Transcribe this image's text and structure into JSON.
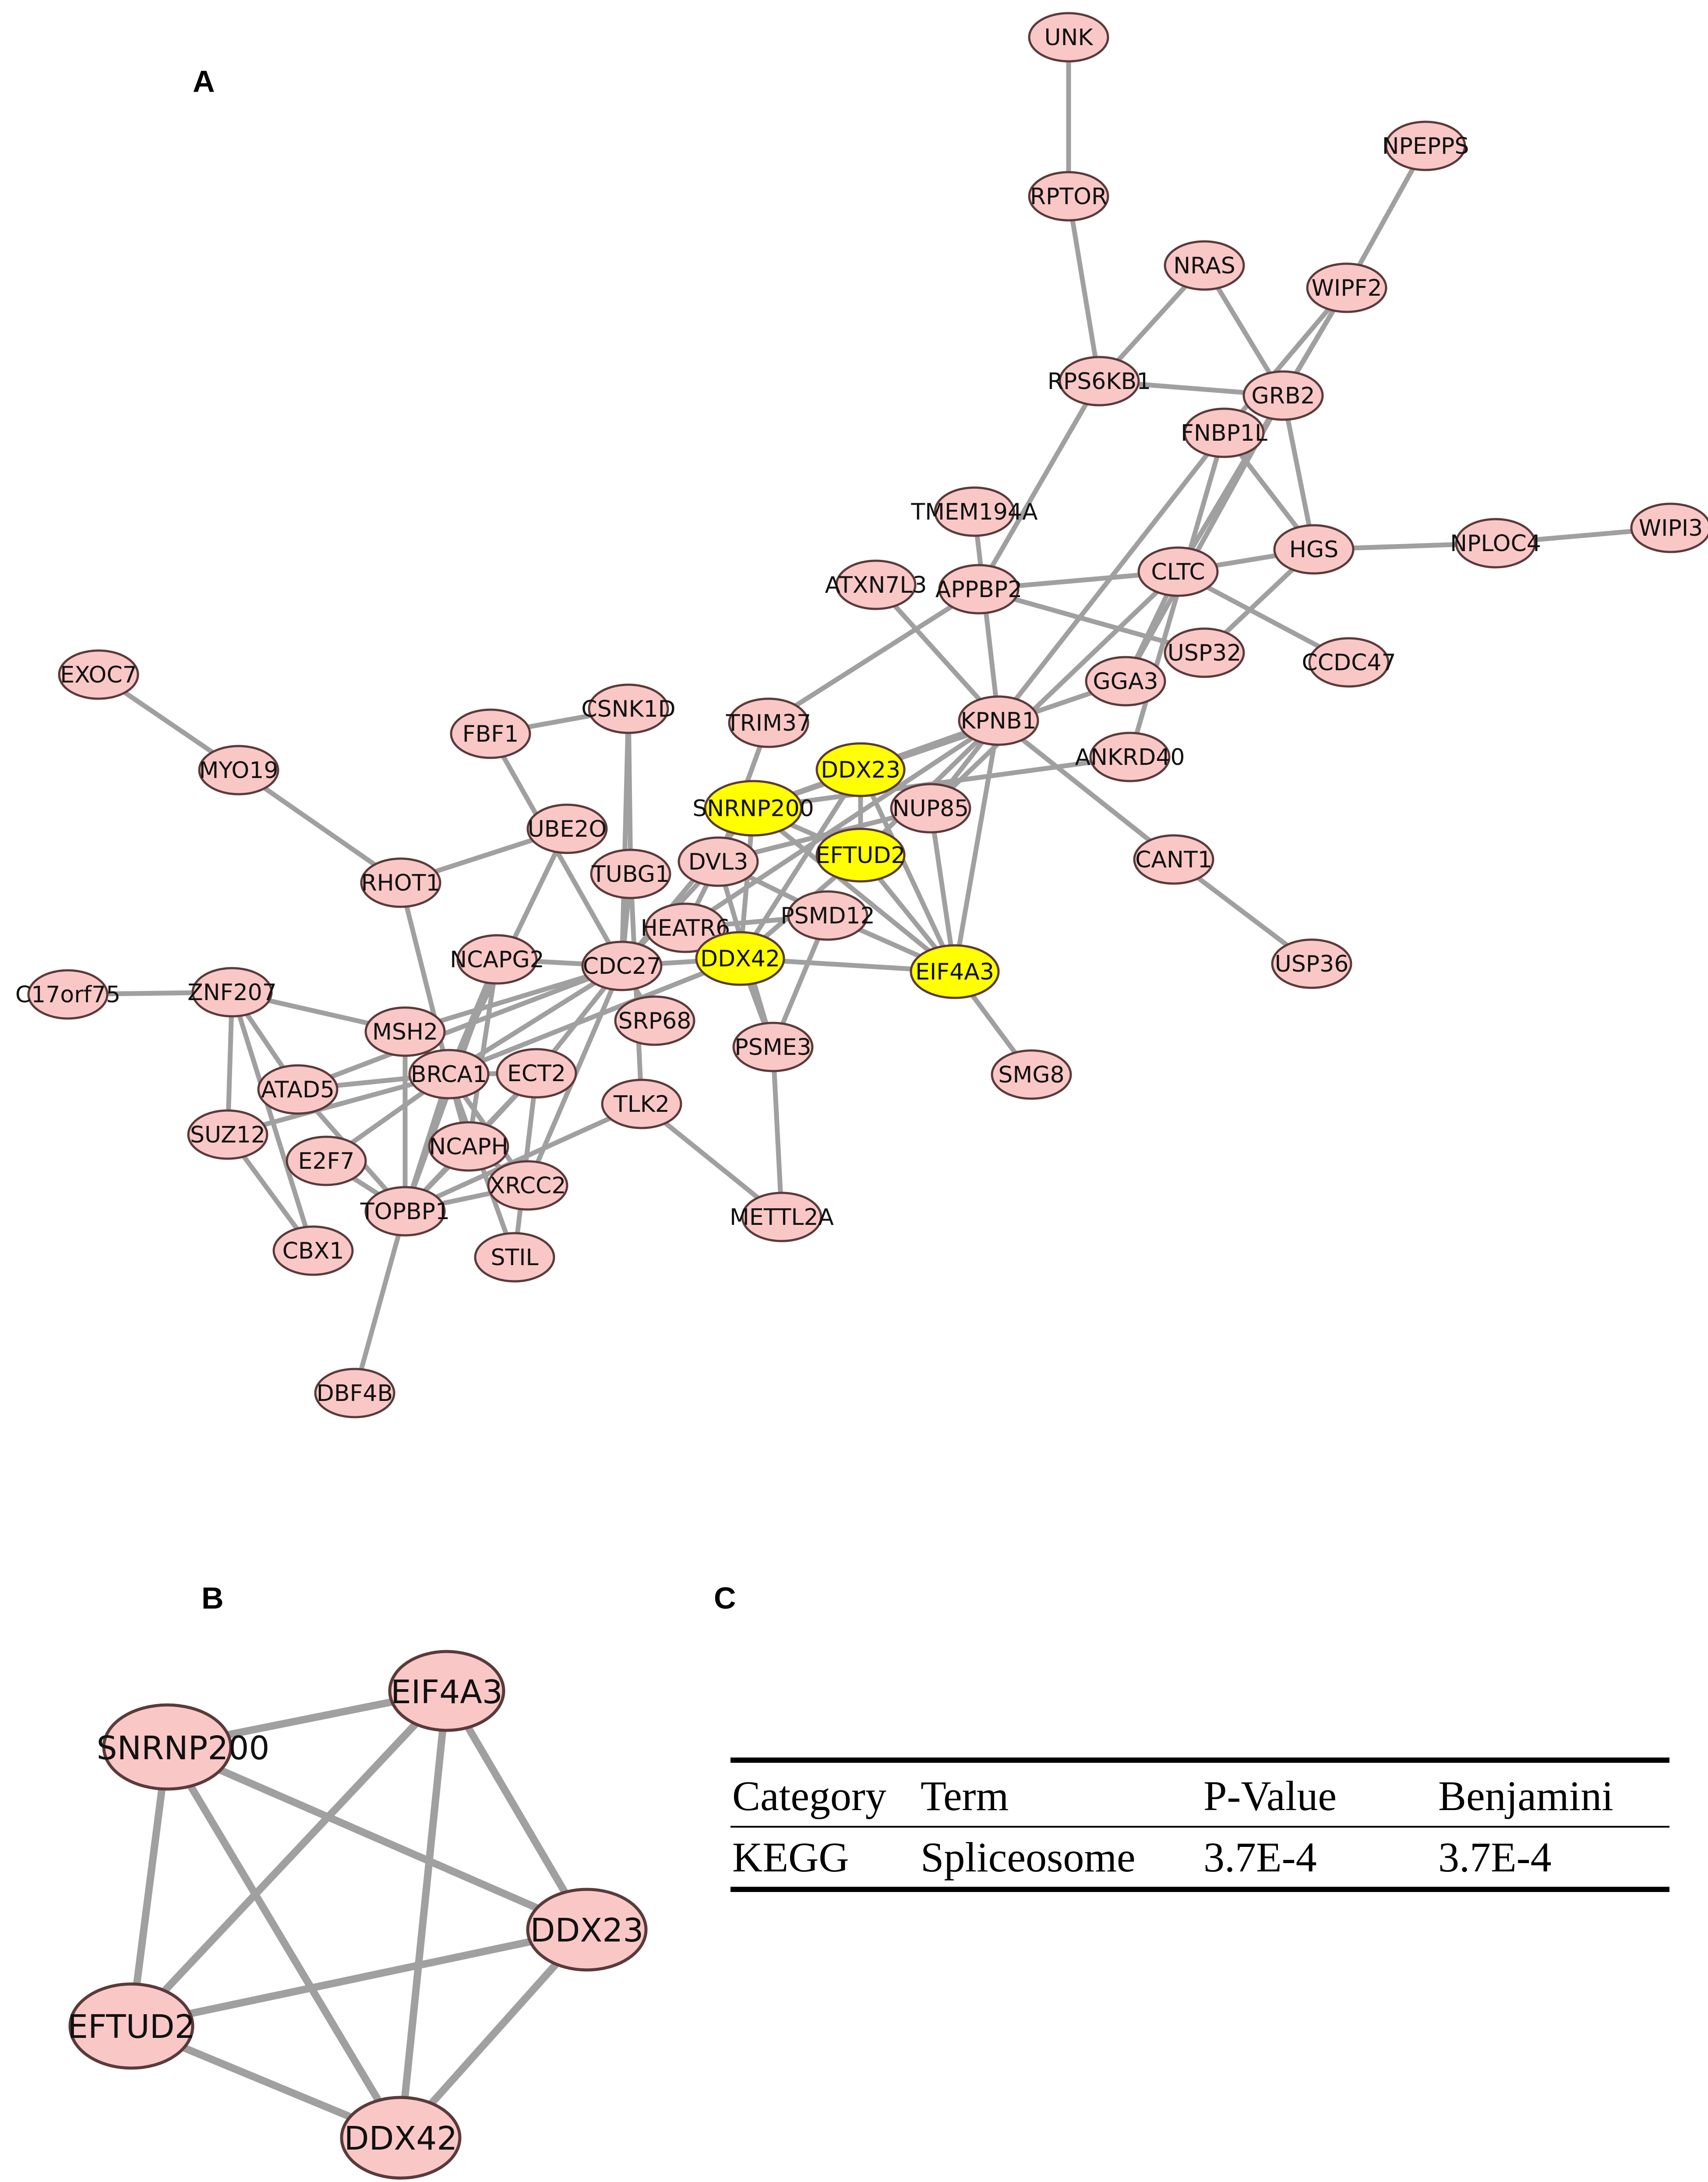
{
  "panels": {
    "a": "A",
    "b": "B",
    "c": "C"
  },
  "colors": {
    "node_fill": "#f9c8c6",
    "highlight_fill": "#ffff00",
    "node_stroke": "#5a3a3a",
    "edge": "#a0a0a0"
  },
  "network_a": {
    "nodes": [
      {
        "id": "UNK",
        "hl": false
      },
      {
        "id": "RPTOR",
        "hl": false
      },
      {
        "id": "NPEPPS",
        "hl": false
      },
      {
        "id": "NRAS",
        "hl": false
      },
      {
        "id": "WIPF2",
        "hl": false
      },
      {
        "id": "RPS6KB1",
        "hl": false
      },
      {
        "id": "GRB2",
        "hl": false
      },
      {
        "id": "FNBP1L",
        "hl": false
      },
      {
        "id": "TMEM194A",
        "hl": false
      },
      {
        "id": "HGS",
        "hl": false
      },
      {
        "id": "NPLOC4",
        "hl": false
      },
      {
        "id": "WIPI3",
        "hl": false
      },
      {
        "id": "ATXN7L3",
        "hl": false
      },
      {
        "id": "APPBP2",
        "hl": false
      },
      {
        "id": "CLTC",
        "hl": false
      },
      {
        "id": "USP32",
        "hl": false
      },
      {
        "id": "CCDC47",
        "hl": false
      },
      {
        "id": "GGA3",
        "hl": false
      },
      {
        "id": "EXOC7",
        "hl": false
      },
      {
        "id": "CSNK1D",
        "hl": false
      },
      {
        "id": "TRIM37",
        "hl": false
      },
      {
        "id": "KPNB1",
        "hl": false
      },
      {
        "id": "ANKRD40",
        "hl": false
      },
      {
        "id": "FBF1",
        "hl": false
      },
      {
        "id": "DDX23",
        "hl": true
      },
      {
        "id": "MYO19",
        "hl": false
      },
      {
        "id": "SNRNP200",
        "hl": true
      },
      {
        "id": "NUP85",
        "hl": false
      },
      {
        "id": "UBE2O",
        "hl": false
      },
      {
        "id": "EFTUD2",
        "hl": true
      },
      {
        "id": "CANT1",
        "hl": false
      },
      {
        "id": "DVL3",
        "hl": false
      },
      {
        "id": "TUBG1",
        "hl": false
      },
      {
        "id": "RHOT1",
        "hl": false
      },
      {
        "id": "PSMD12",
        "hl": false
      },
      {
        "id": "HEATR6",
        "hl": false
      },
      {
        "id": "NCAPG2",
        "hl": false
      },
      {
        "id": "CDC27",
        "hl": false
      },
      {
        "id": "DDX42",
        "hl": true
      },
      {
        "id": "EIF4A3",
        "hl": true
      },
      {
        "id": "USP36",
        "hl": false
      },
      {
        "id": "C17orf75",
        "hl": false
      },
      {
        "id": "ZNF207",
        "hl": false
      },
      {
        "id": "SRP68",
        "hl": false
      },
      {
        "id": "PSME3",
        "hl": false
      },
      {
        "id": "MSH2",
        "hl": false
      },
      {
        "id": "ATAD5",
        "hl": false
      },
      {
        "id": "BRCA1",
        "hl": false
      },
      {
        "id": "ECT2",
        "hl": false
      },
      {
        "id": "SMG8",
        "hl": false
      },
      {
        "id": "TLK2",
        "hl": false
      },
      {
        "id": "SUZ12",
        "hl": false
      },
      {
        "id": "NCAPH",
        "hl": false
      },
      {
        "id": "E2F7",
        "hl": false
      },
      {
        "id": "XRCC2",
        "hl": false
      },
      {
        "id": "TOPBP1",
        "hl": false
      },
      {
        "id": "METTL2A",
        "hl": false
      },
      {
        "id": "CBX1",
        "hl": false
      },
      {
        "id": "STIL",
        "hl": false
      },
      {
        "id": "DBF4B",
        "hl": false
      }
    ],
    "edges": [
      [
        "UNK",
        "RPTOR"
      ],
      [
        "RPTOR",
        "RPS6KB1"
      ],
      [
        "NPEPPS",
        "WIPF2"
      ],
      [
        "NRAS",
        "RPS6KB1"
      ],
      [
        "NRAS",
        "GRB2"
      ],
      [
        "RPS6KB1",
        "GRB2"
      ],
      [
        "RPS6KB1",
        "APPBP2"
      ],
      [
        "WIPF2",
        "GRB2"
      ],
      [
        "WIPF2",
        "FNBP1L"
      ],
      [
        "WIPF2",
        "CLTC"
      ],
      [
        "GRB2",
        "HGS"
      ],
      [
        "GRB2",
        "CLTC"
      ],
      [
        "GRB2",
        "GGA3"
      ],
      [
        "FNBP1L",
        "HGS"
      ],
      [
        "FNBP1L",
        "NUP85"
      ],
      [
        "FNBP1L",
        "ANKRD40"
      ],
      [
        "HGS",
        "NPLOC4"
      ],
      [
        "NPLOC4",
        "WIPI3"
      ],
      [
        "HGS",
        "CLTC"
      ],
      [
        "HGS",
        "USP32"
      ],
      [
        "CLTC",
        "CCDC47"
      ],
      [
        "CLTC",
        "APPBP2"
      ],
      [
        "CLTC",
        "NUP85"
      ],
      [
        "CLTC",
        "GGA3"
      ],
      [
        "APPBP2",
        "USP32"
      ],
      [
        "APPBP2",
        "TRIM37"
      ],
      [
        "TMEM194A",
        "KPNB1"
      ],
      [
        "ATXN7L3",
        "KPNB1"
      ],
      [
        "KPNB1",
        "CANT1"
      ],
      [
        "KPNB1",
        "DDX23"
      ],
      [
        "KPNB1",
        "EFTUD2"
      ],
      [
        "KPNB1",
        "HEATR6"
      ],
      [
        "KPNB1",
        "EIF4A3"
      ],
      [
        "CANT1",
        "USP36"
      ],
      [
        "GGA3",
        "SNRNP200"
      ],
      [
        "ANKRD40",
        "SNRNP200"
      ],
      [
        "EXOC7",
        "MYO19"
      ],
      [
        "MYO19",
        "RHOT1"
      ],
      [
        "RHOT1",
        "UBE2O"
      ],
      [
        "RHOT1",
        "BRCA1"
      ],
      [
        "FBF1",
        "CSNK1D"
      ],
      [
        "FBF1",
        "CDC27"
      ],
      [
        "CSNK1D",
        "TUBG1"
      ],
      [
        "CSNK1D",
        "CDC27"
      ],
      [
        "TRIM37",
        "DVL3"
      ],
      [
        "UBE2O",
        "BRCA1"
      ],
      [
        "TUBG1",
        "CDC27"
      ],
      [
        "TUBG1",
        "TLK2"
      ],
      [
        "DDX23",
        "SNRNP200"
      ],
      [
        "DDX23",
        "EFTUD2"
      ],
      [
        "DDX23",
        "DDX42"
      ],
      [
        "DDX23",
        "EIF4A3"
      ],
      [
        "SNRNP200",
        "EFTUD2"
      ],
      [
        "SNRNP200",
        "DDX42"
      ],
      [
        "SNRNP200",
        "EIF4A3"
      ],
      [
        "SNRNP200",
        "CDC27"
      ],
      [
        "EFTUD2",
        "DDX42"
      ],
      [
        "EFTUD2",
        "EIF4A3"
      ],
      [
        "DDX42",
        "EIF4A3"
      ],
      [
        "NUP85",
        "DVL3"
      ],
      [
        "NUP85",
        "EIF4A3"
      ],
      [
        "DVL3",
        "HEATR6"
      ],
      [
        "DVL3",
        "PSMD12"
      ],
      [
        "DVL3",
        "PSME3"
      ],
      [
        "DVL3",
        "CDC27"
      ],
      [
        "HEATR6",
        "PSMD12"
      ],
      [
        "HEATR6",
        "DDX42"
      ],
      [
        "PSMD12",
        "PSME3"
      ],
      [
        "DDX42",
        "PSME3"
      ],
      [
        "DDX42",
        "CDC27"
      ],
      [
        "DDX42",
        "BRCA1"
      ],
      [
        "EIF4A3",
        "SMG8"
      ],
      [
        "EIF4A3",
        "PSMD12"
      ],
      [
        "PSME3",
        "METTL2A"
      ],
      [
        "NCAPG2",
        "BRCA1"
      ],
      [
        "NCAPG2",
        "CDC27"
      ],
      [
        "NCAPG2",
        "NCAPH"
      ],
      [
        "NCAPG2",
        "TOPBP1"
      ],
      [
        "CDC27",
        "BRCA1"
      ],
      [
        "CDC27",
        "MSH2"
      ],
      [
        "CDC27",
        "ECT2"
      ],
      [
        "CDC27",
        "SRP68"
      ],
      [
        "CDC27",
        "XRCC2"
      ],
      [
        "CDC27",
        "ATAD5"
      ],
      [
        "C17orf75",
        "ZNF207"
      ],
      [
        "ZNF207",
        "SUZ12"
      ],
      [
        "ZNF207",
        "ATAD5"
      ],
      [
        "ZNF207",
        "MSH2"
      ],
      [
        "ZNF207",
        "CBX1"
      ],
      [
        "SUZ12",
        "CBX1"
      ],
      [
        "MSH2",
        "BRCA1"
      ],
      [
        "MSH2",
        "TOPBP1"
      ],
      [
        "ATAD5",
        "BRCA1"
      ],
      [
        "ATAD5",
        "TOPBP1"
      ],
      [
        "BRCA1",
        "ECT2"
      ],
      [
        "BRCA1",
        "NCAPH"
      ],
      [
        "BRCA1",
        "E2F7"
      ],
      [
        "BRCA1",
        "XRCC2"
      ],
      [
        "BRCA1",
        "TOPBP1"
      ],
      [
        "BRCA1",
        "STIL"
      ],
      [
        "BRCA1",
        "SUZ12"
      ],
      [
        "ECT2",
        "NCAPH"
      ],
      [
        "ECT2",
        "STIL"
      ],
      [
        "ECT2",
        "TOPBP1"
      ],
      [
        "TLK2",
        "METTL2A"
      ],
      [
        "TLK2",
        "TOPBP1"
      ],
      [
        "NCAPH",
        "XRCC2"
      ],
      [
        "NCAPH",
        "TOPBP1"
      ],
      [
        "E2F7",
        "TOPBP1"
      ],
      [
        "XRCC2",
        "TOPBP1"
      ],
      [
        "TOPBP1",
        "DBF4B"
      ]
    ]
  },
  "network_b": {
    "nodes": [
      "EIF4A3",
      "SNRNP200",
      "DDX23",
      "EFTUD2",
      "DDX42"
    ],
    "edges": [
      [
        "EIF4A3",
        "SNRNP200"
      ],
      [
        "EIF4A3",
        "DDX23"
      ],
      [
        "EIF4A3",
        "EFTUD2"
      ],
      [
        "EIF4A3",
        "DDX42"
      ],
      [
        "SNRNP200",
        "DDX23"
      ],
      [
        "SNRNP200",
        "EFTUD2"
      ],
      [
        "SNRNP200",
        "DDX42"
      ],
      [
        "DDX23",
        "EFTUD2"
      ],
      [
        "DDX23",
        "DDX42"
      ],
      [
        "EFTUD2",
        "DDX42"
      ]
    ]
  },
  "table_c": {
    "headers": [
      "Category",
      "Term",
      "P-Value",
      "Benjamini"
    ],
    "rows": [
      [
        "KEGG",
        "Spliceosome",
        "3.7E-4",
        "3.7E-4"
      ]
    ]
  }
}
